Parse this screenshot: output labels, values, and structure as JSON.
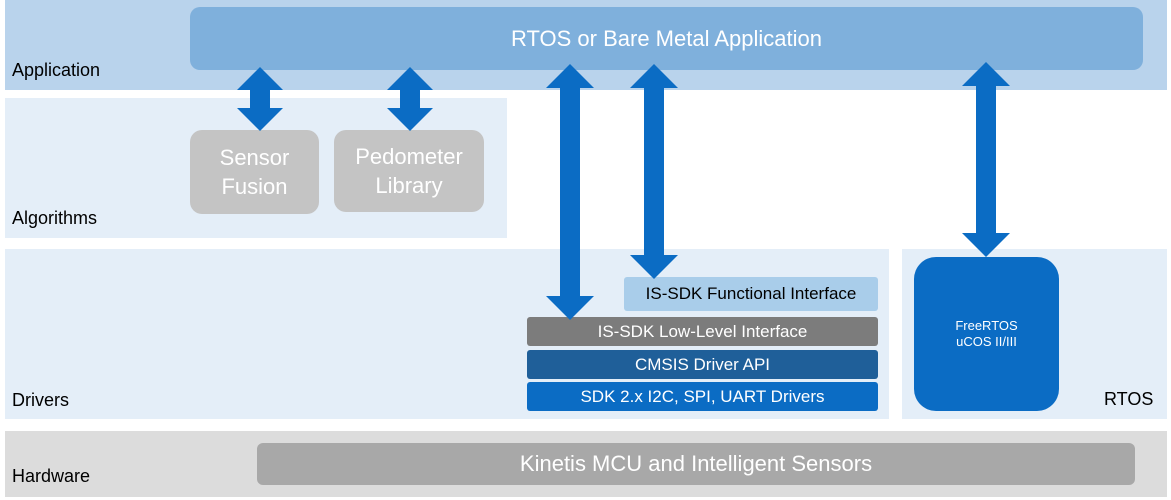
{
  "colors": {
    "app_band": "#b9d3ec",
    "band": "#e4eef8",
    "app_bar": "#7fb0dc",
    "algo_box": "#c4c4c4",
    "functional": "#a9cdea",
    "low_level": "#7c7c7c",
    "cmsis": "#1f5f99",
    "sdk": "#0b6cc4",
    "rtos_box": "#0b6cc4",
    "hw_band": "#dcdcdc",
    "hw_bar": "#a8a8a8",
    "arrow": "#0b6cc4",
    "functional_text": "#000000"
  },
  "layers": {
    "application": "Application",
    "algorithms": "Algorithms",
    "drivers": "Drivers",
    "rtos": "RTOS",
    "hardware": "Hardware"
  },
  "application": {
    "title": "RTOS or Bare Metal Application"
  },
  "algorithms": {
    "sensor_fusion": [
      "Sensor",
      "Fusion"
    ],
    "pedometer": [
      "Pedometer",
      "Library"
    ]
  },
  "drivers": {
    "functional_interface": "IS-SDK Functional Interface",
    "low_level_interface": "IS-SDK Low-Level Interface",
    "cmsis": "CMSIS Driver API",
    "sdk": "SDK 2.x I2C, SPI, UART Drivers"
  },
  "rtos": {
    "lines": [
      "FreeRTOS",
      "uCOS II/III"
    ]
  },
  "hardware": {
    "title": "Kinetis MCU and Intelligent Sensors"
  }
}
